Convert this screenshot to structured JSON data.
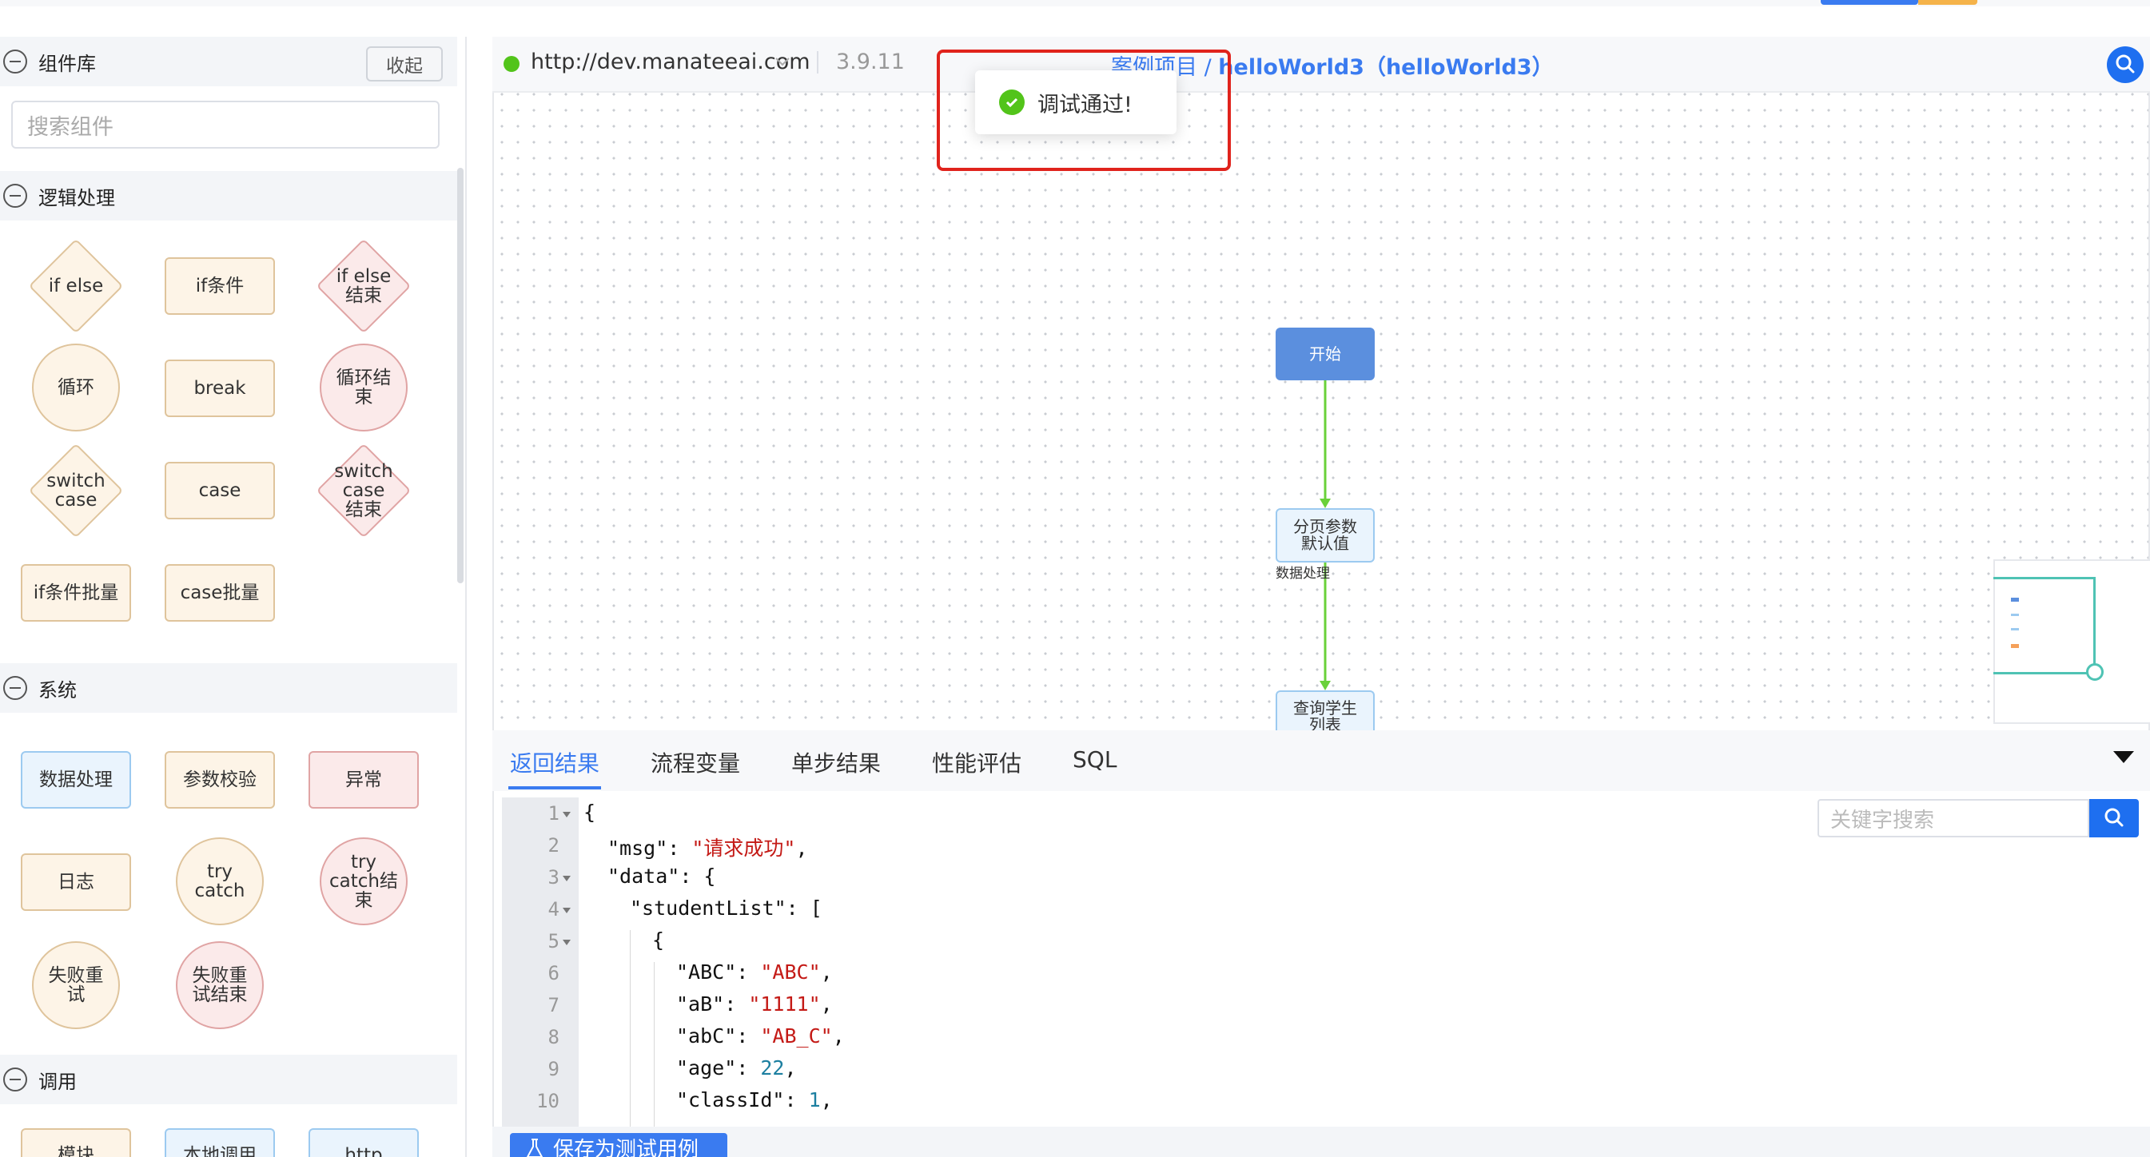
{
  "left_panel": {
    "title": "组件库",
    "collapse_label": "收起",
    "search_placeholder": "搜索组件",
    "sections": {
      "logic": {
        "title": "逻辑处理",
        "items": [
          "if else",
          "if条件",
          "if else\n结束",
          "循环",
          "break",
          "循环结\n束",
          "switch\ncase",
          "case",
          "switch\ncase\n结束",
          "if条件批量",
          "case批量"
        ]
      },
      "system": {
        "title": "系统",
        "items": [
          "数据处理",
          "参数校验",
          "异常",
          "日志",
          "try\ncatch",
          "try\ncatch结\n束",
          "失败重\n试",
          "失败重\n试结束"
        ]
      },
      "call": {
        "title": "调用",
        "items": [
          "模块",
          "本地调用",
          "http"
        ]
      }
    }
  },
  "canvas": {
    "env_url": "http://dev.manateeai.com",
    "version": "3.9.11",
    "breadcrumb_project": "案例项目",
    "breadcrumb_sep": "/",
    "breadcrumb_current": "helloWorld3（helloWorld3）",
    "toast_text": "调试通过!",
    "nodes": {
      "start": "开始",
      "page_params": "分页参数\n默认值",
      "page_params_caption": "数据处理",
      "query": "查询学生\n列表"
    }
  },
  "result_panel": {
    "tabs": [
      "返回结果",
      "流程变量",
      "单步结果",
      "性能评估",
      "SQL"
    ],
    "active_tab": "返回结果",
    "keyword_placeholder": "关键字搜索",
    "save_case_label": "保存为测试用例",
    "line_numbers": [
      "1",
      "2",
      "3",
      "4",
      "5",
      "6",
      "7",
      "8",
      "9",
      "10"
    ],
    "code": {
      "l1": "{",
      "l2_key": "\"msg\"",
      "l2_val": "\"请求成功\"",
      "l3_key": "\"data\"",
      "l3_rest": ": {",
      "l4_key": "\"studentList\"",
      "l4_rest": ": [",
      "l5": "{",
      "l6_key": "\"ABC\"",
      "l6_val": "\"ABC\"",
      "l7_key": "\"aB\"",
      "l7_val": "\"1111\"",
      "l8_key": "\"abC\"",
      "l8_val": "\"AB_C\"",
      "l9_key": "\"age\"",
      "l9_val": "22",
      "l10_key": "\"classId\"",
      "l10_val": "1"
    }
  },
  "colors": {
    "accent": "#3a7bf0",
    "success": "#52c41a",
    "highlight": "#e0231c",
    "edge": "#6ad13a"
  }
}
